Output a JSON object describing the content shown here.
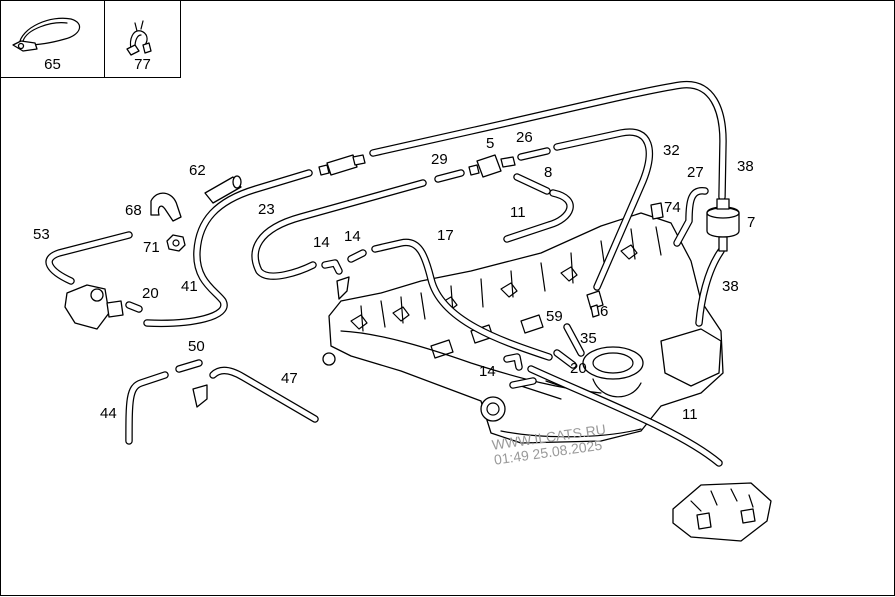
{
  "insets": [
    {
      "id": "inset-65",
      "label": "65",
      "icon": "hose-clamp-strap-icon"
    },
    {
      "id": "inset-77",
      "label": "77",
      "icon": "clip-icon"
    }
  ],
  "callouts": {
    "c62": "62",
    "c68": "68",
    "c71": "71",
    "c53": "53",
    "c20a": "20",
    "c41": "41",
    "c23": "23",
    "c14a": "14",
    "c14b": "14",
    "c29": "29",
    "c5": "5",
    "c26": "26",
    "c32": "32",
    "c8": "8",
    "c11a": "11",
    "c17": "17",
    "c27": "27",
    "c38a": "38",
    "c74": "74",
    "c7": "7",
    "c38b": "38",
    "c6": "6",
    "c59": "59",
    "c35": "35",
    "c20b": "20",
    "c14c": "14",
    "c11b": "11",
    "c50": "50",
    "c47": "47",
    "c44": "44"
  },
  "watermark": {
    "line1": "WWW.ILCATS.RU",
    "line2": "01:49 25.08.2025"
  }
}
